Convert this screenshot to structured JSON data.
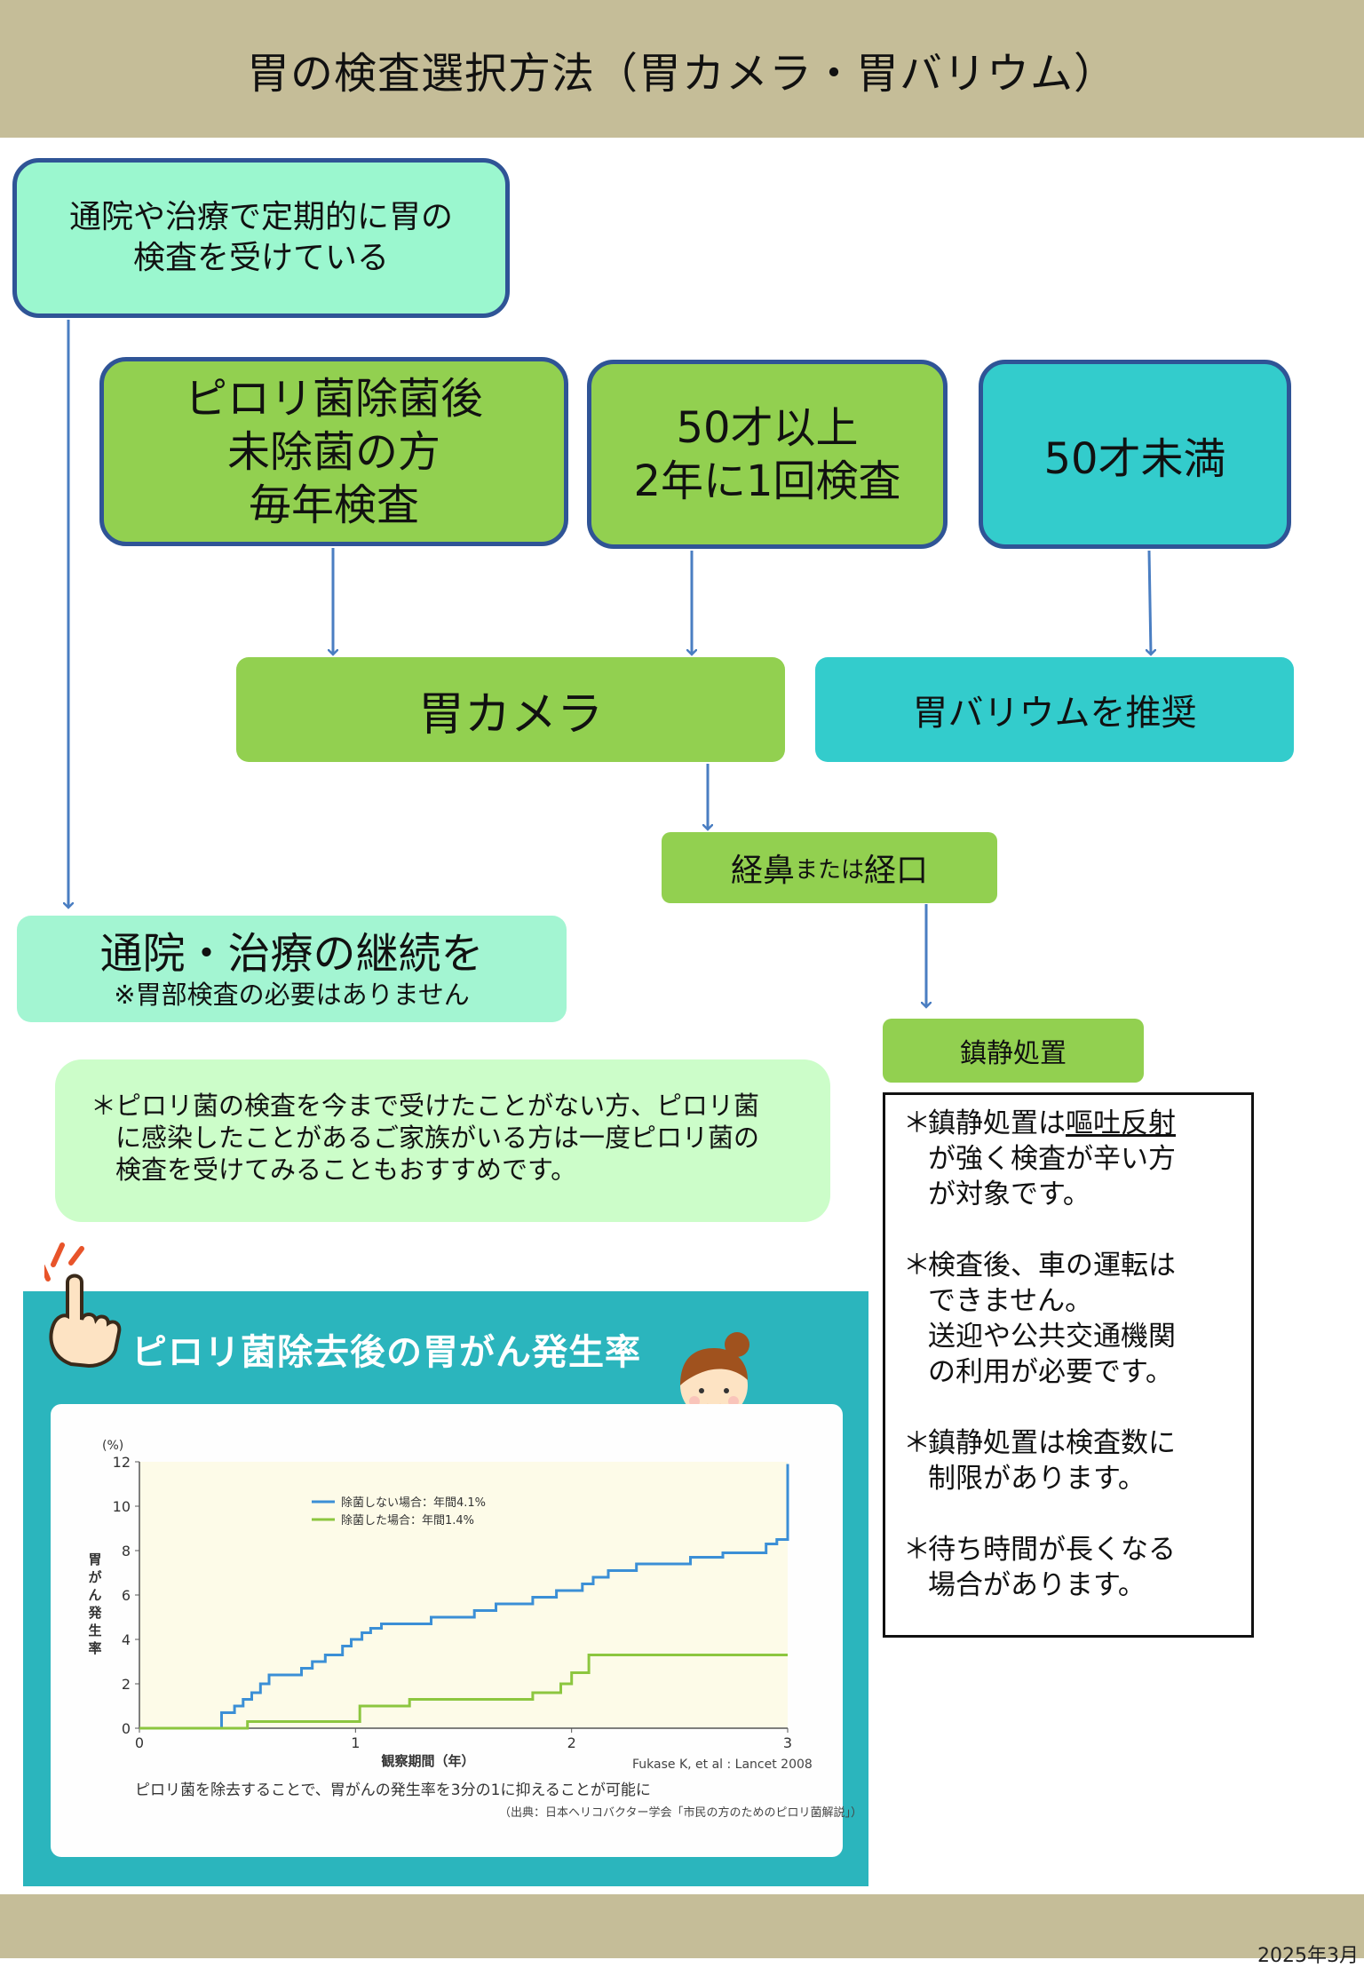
{
  "header": {
    "title": "胃の検査選択方法（胃カメラ・胃バリウム）"
  },
  "flow": {
    "regular_checkup": [
      "通院や治療で定期的に胃の",
      "検査を受けている"
    ],
    "pylori_group": [
      "ピロリ菌除菌後",
      "未除菌の方",
      "毎年検査"
    ],
    "age_50_up": [
      "50才以上",
      "2年に1回検査"
    ],
    "age_under_50": "50才未満",
    "gastroscopy": "胃カメラ",
    "barium": "胃バリウムを推奨",
    "route": {
      "nasal": "経鼻",
      "or": "または",
      "oral": "経口"
    },
    "continue_title": "通院・治療の継続を",
    "continue_sub": "※胃部検査の必要はありません",
    "sedation": "鎮静処置"
  },
  "pylori_note": {
    "star": "＊",
    "lines": [
      "ピロリ菌の検査を今まで受けたことがない方、ピロリ菌",
      "に感染したことがあるご家族がいる方は一度ピロリ菌の",
      "検査を受けてみることもおすすめです。"
    ]
  },
  "sedation_notes": {
    "star": "＊",
    "item1_pre": "鎮静処置は",
    "item1_underlined": "嘔吐反射",
    "item1_lines": [
      "が強く検査が辛い方",
      "が対象です。"
    ],
    "item2_lines": [
      "検査後、車の運転は",
      "できません。",
      "送迎や公共交通機関",
      "の利用が必要です。"
    ],
    "item3_lines": [
      "鎮静処置は検査数に",
      "制限があります。"
    ],
    "item4_lines": [
      "待ち時間が長くなる",
      "場合があります。"
    ]
  },
  "chart_data": {
    "type": "line",
    "title": "ピロリ菌除去後の胃がん発生率",
    "xlabel": "観察期間（年）",
    "ylabel": "胃がん発生率",
    "yunit": "(%)",
    "xlim": [
      0,
      3
    ],
    "ylim": [
      0,
      12
    ],
    "xticks": [
      0,
      1,
      2,
      3
    ],
    "yticks": [
      0,
      2,
      4,
      6,
      8,
      10,
      12
    ],
    "legend_position": "top-left",
    "series": [
      {
        "name": "除菌しない場合：年間4.1%",
        "color": "#3b8fd6",
        "x": [
          0,
          0.38,
          0.38,
          0.44,
          0.44,
          0.48,
          0.48,
          0.52,
          0.52,
          0.56,
          0.56,
          0.6,
          0.6,
          0.75,
          0.75,
          0.8,
          0.8,
          0.86,
          0.86,
          0.94,
          0.94,
          0.98,
          0.98,
          1.03,
          1.03,
          1.07,
          1.07,
          1.12,
          1.12,
          1.35,
          1.35,
          1.55,
          1.55,
          1.65,
          1.65,
          1.82,
          1.82,
          1.93,
          1.93,
          2.05,
          2.05,
          2.1,
          2.1,
          2.17,
          2.17,
          2.3,
          2.3,
          2.55,
          2.55,
          2.7,
          2.7,
          2.9,
          2.9,
          2.95,
          2.95,
          3.0,
          3.0
        ],
        "y": [
          0,
          0,
          0.7,
          0.7,
          1.0,
          1.0,
          1.3,
          1.3,
          1.6,
          1.6,
          2.0,
          2.0,
          2.4,
          2.4,
          2.7,
          2.7,
          3.0,
          3.0,
          3.3,
          3.3,
          3.7,
          3.7,
          4.0,
          4.0,
          4.3,
          4.3,
          4.5,
          4.5,
          4.7,
          4.7,
          5.0,
          5.0,
          5.3,
          5.3,
          5.6,
          5.6,
          5.9,
          5.9,
          6.2,
          6.2,
          6.5,
          6.5,
          6.8,
          6.8,
          7.1,
          7.1,
          7.4,
          7.4,
          7.7,
          7.7,
          7.9,
          7.9,
          8.3,
          8.3,
          8.5,
          8.5,
          11.9
        ]
      },
      {
        "name": "除菌した場合：年間1.4%",
        "color": "#8cc63f",
        "x": [
          0,
          0.5,
          0.5,
          1.02,
          1.02,
          1.25,
          1.25,
          1.82,
          1.82,
          1.95,
          1.95,
          2.0,
          2.0,
          2.08,
          2.08,
          3.0
        ],
        "y": [
          0,
          0,
          0.3,
          0.3,
          1.0,
          1.0,
          1.3,
          1.3,
          1.6,
          1.6,
          2.0,
          2.0,
          2.5,
          2.5,
          3.3,
          3.3
        ]
      }
    ],
    "citation": "Fukase K, et al : Lancet 2008",
    "caption": "ピロリ菌を除去することで、胃がんの発生率を3分の1に抑えることが可能に",
    "source": "（出典：日本ヘリコバクター学会「市民の方のためのピロリ菌解説」）"
  },
  "footer": {
    "date": "2025年3月"
  },
  "colors": {
    "header_bg": "#c5bd98",
    "mint": "#9bf7cf",
    "lime": "#92d050",
    "teal": "#33cccc",
    "outline": "#2f5496",
    "arrow": "#4a7ec2",
    "chart_panel": "#2bb5bd"
  }
}
